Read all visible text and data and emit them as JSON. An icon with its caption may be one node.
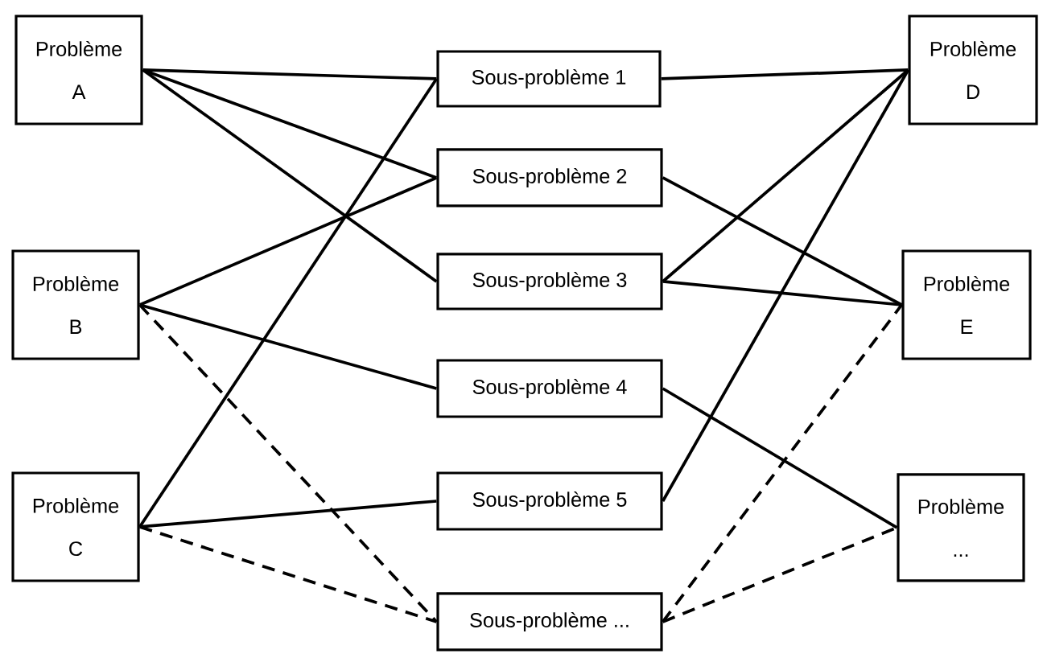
{
  "diagram": {
    "nodes": [
      {
        "text": [
          "Problème",
          "A"
        ]
      },
      {
        "text": [
          "Problème",
          "B"
        ]
      },
      {
        "text": [
          "Problème",
          "C"
        ]
      },
      {
        "text": [
          "Sous-problème 1"
        ]
      },
      {
        "text": [
          "Sous-problème 2"
        ]
      },
      {
        "text": [
          "Sous-problème 3"
        ]
      },
      {
        "text": [
          "Sous-problème 4"
        ]
      },
      {
        "text": [
          "Sous-problème 5"
        ]
      },
      {
        "text": [
          "Sous-problème ..."
        ]
      },
      {
        "text": [
          "Problème",
          "D"
        ]
      },
      {
        "text": [
          "Problème",
          "E"
        ]
      },
      {
        "text": [
          "Problème",
          "..."
        ]
      }
    ],
    "edges": [
      {
        "from": 0,
        "to": 3,
        "arrow": "none"
      },
      {
        "from": 0,
        "to": 4,
        "arrow": "none"
      },
      {
        "from": 0,
        "to": 5,
        "arrow": "none"
      },
      {
        "from": 1,
        "to": 4,
        "arrow": "none"
      },
      {
        "from": 1,
        "to": 6,
        "arrow": "none"
      },
      {
        "from": 1,
        "to": 8,
        "arrow": "none",
        "style": "dashed"
      },
      {
        "from": 2,
        "to": 3,
        "arrow": "none"
      },
      {
        "from": 2,
        "to": 7,
        "arrow": "none"
      },
      {
        "from": 2,
        "to": 8,
        "arrow": "none",
        "style": "dashed"
      },
      {
        "from": 3,
        "to": 9,
        "arrow": "none"
      },
      {
        "from": 4,
        "to": 10,
        "arrow": "none"
      },
      {
        "from": 5,
        "to": 9,
        "arrow": "none"
      },
      {
        "from": 5,
        "to": 10,
        "arrow": "none"
      },
      {
        "from": 6,
        "to": 11,
        "arrow": "none"
      },
      {
        "from": 7,
        "to": 9,
        "arrow": "none"
      },
      {
        "from": 8,
        "to": 10,
        "arrow": "none",
        "style": "dashed"
      },
      {
        "from": 8,
        "to": 11,
        "arrow": "none",
        "style": "dashed"
      }
    ]
  }
}
